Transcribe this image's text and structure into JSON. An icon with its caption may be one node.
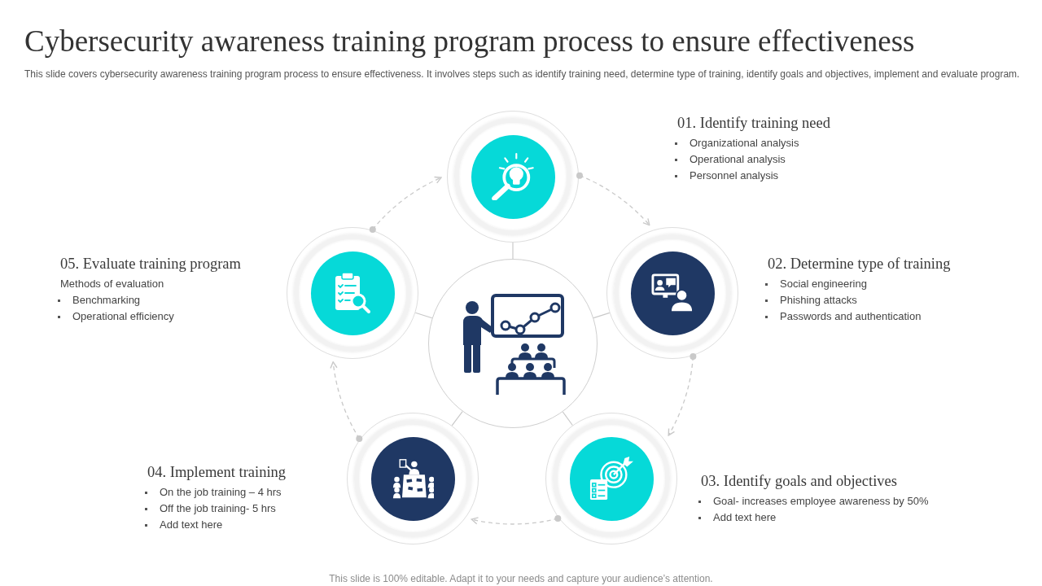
{
  "diagram": {
    "title": "Cybersecurity awareness training program process to ensure effectiveness",
    "caption": "This slide covers cybersecurity awareness training program process to ensure effectiveness. It involves steps such as identify training need, determine type of training, identify goals and objectives, implement and evaluate program.",
    "nodes": [
      {
        "text": [],
        "shape": "circle"
      },
      {
        "text": [],
        "shape": "circle",
        "beside": [
          "01. Identify training need",
          "Organizational analysis",
          "Operational analysis",
          "Personnel analysis"
        ]
      },
      {
        "text": [],
        "shape": "circle",
        "beside": [
          "02. Determine type of training",
          "Social engineering",
          "Phishing attacks",
          "Passwords and authentication"
        ]
      },
      {
        "text": [],
        "shape": "circle",
        "beside": [
          "03. Identify goals and objectives",
          "Goal- increases employee awareness by 50%",
          "Add text here"
        ]
      },
      {
        "text": [],
        "shape": "circle",
        "beside": [
          "04. Implement training",
          "On the job training – 4 hrs",
          "Off the job training- 5 hrs",
          "Add text here"
        ]
      },
      {
        "text": [],
        "shape": "circle",
        "beside": [
          "05. Evaluate training program",
          "Methods of evaluation",
          "Benchmarking",
          "Operational efficiency"
        ]
      }
    ],
    "edges": [
      {
        "from": 1,
        "to": 2,
        "arrow": "to",
        "style": "dashed"
      },
      {
        "from": 2,
        "to": 3,
        "arrow": "to",
        "style": "dashed"
      },
      {
        "from": 3,
        "to": 4,
        "arrow": "to",
        "style": "dashed"
      },
      {
        "from": 4,
        "to": 5,
        "arrow": "to",
        "style": "dashed"
      },
      {
        "from": 5,
        "to": 1,
        "arrow": "to",
        "style": "dashed"
      },
      {
        "from": 0,
        "to": 1,
        "arrow": "none"
      },
      {
        "from": 0,
        "to": 2,
        "arrow": "none"
      },
      {
        "from": 0,
        "to": 3,
        "arrow": "none"
      },
      {
        "from": 0,
        "to": 4,
        "arrow": "none"
      },
      {
        "from": 0,
        "to": 5,
        "arrow": "none"
      }
    ],
    "labels": [
      "This slide is 100% editable. Adapt it to your needs and capture your audience’s attention."
    ]
  }
}
